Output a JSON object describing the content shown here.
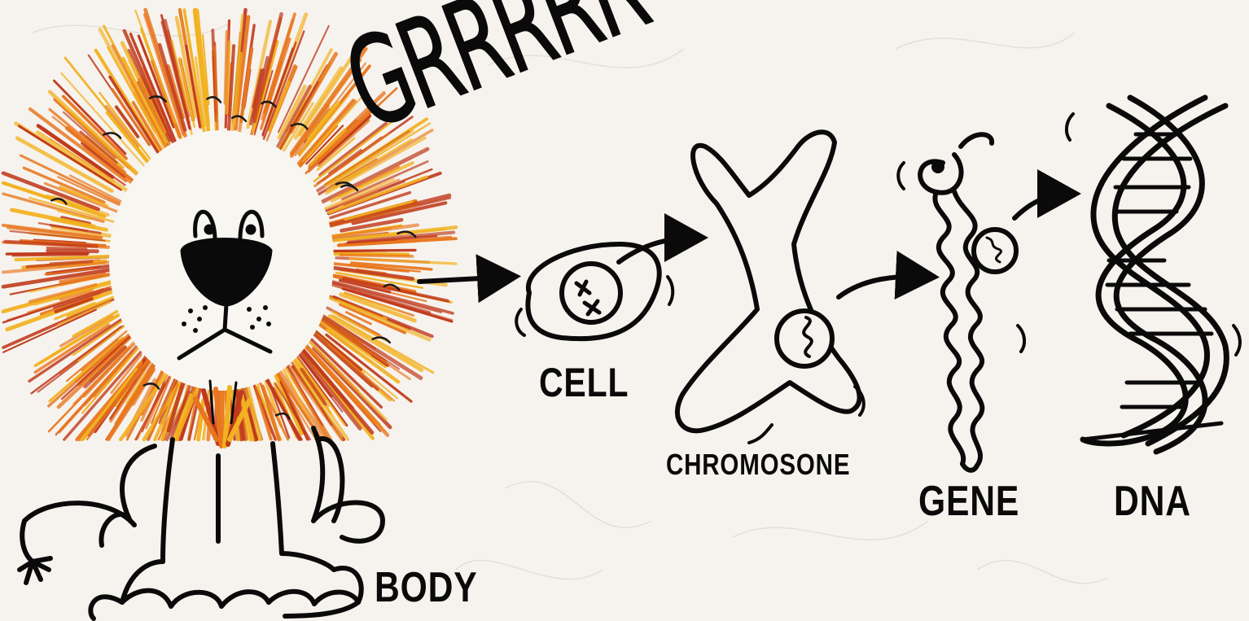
{
  "labels": {
    "roar": "GRRRRR",
    "body": "BODY",
    "cell": "CELL",
    "chromosome": "CHROMOSONE",
    "gene": "GENE",
    "dna": "DNA"
  },
  "colors": {
    "background": "#f6f3ee",
    "ink": "#0a0a0a",
    "mane_red": "#c0391c",
    "mane_orange": "#e8761e",
    "mane_yellow": "#f2b120"
  }
}
